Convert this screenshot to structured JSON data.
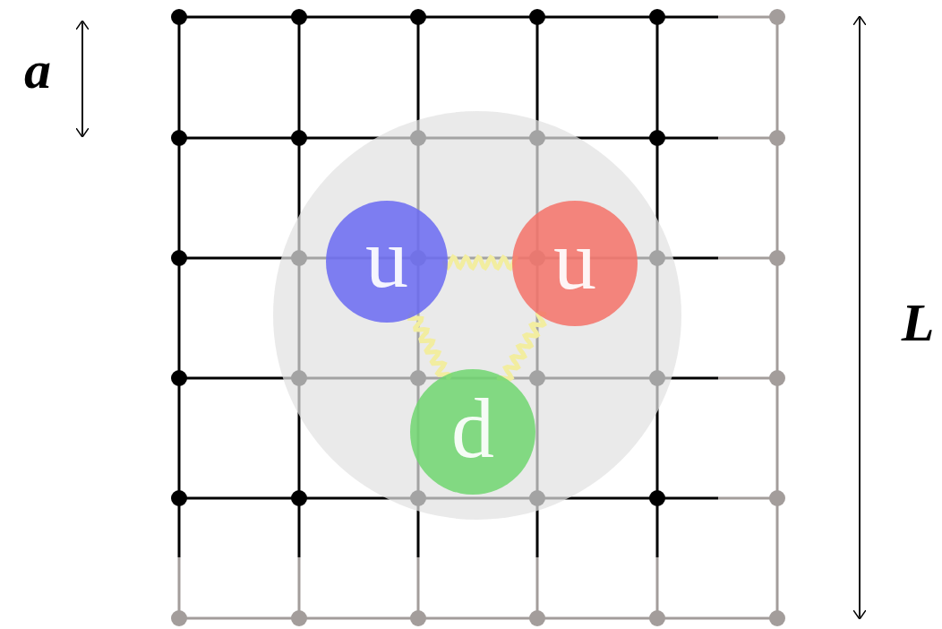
{
  "diagram": {
    "nodes": [
      {
        "text": [
          "u"
        ]
      },
      {
        "text": [
          "u"
        ]
      },
      {
        "text": [
          "d"
        ]
      }
    ],
    "edges": [
      {
        "from": 0,
        "to": 1,
        "arrow": "none"
      },
      {
        "from": 0,
        "to": 2,
        "arrow": "none"
      },
      {
        "from": 1,
        "to": 2,
        "arrow": "none"
      }
    ],
    "labels": [
      "a",
      "L"
    ]
  }
}
